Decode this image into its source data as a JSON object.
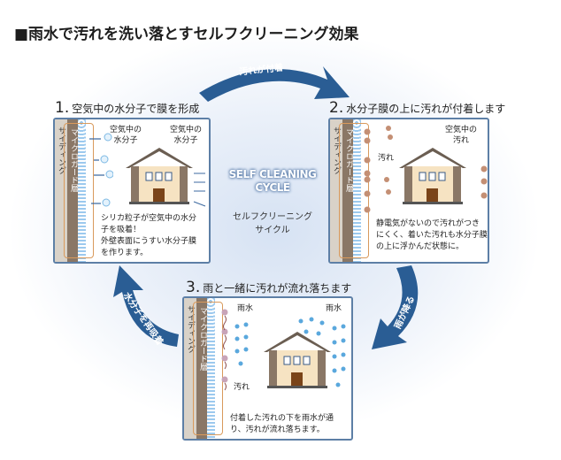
{
  "title": "■雨水で汚れを洗い落とすセルフクリーニング効果",
  "center": {
    "en_line1": "SELF CLEANING",
    "en_line2": "CYCLE",
    "ja_line1": "セルフクリーニング",
    "ja_line2": "サイクル"
  },
  "arrows": {
    "top": "汚れが付着",
    "right": "雨が降る",
    "left": "水分子を再吸着"
  },
  "wall": {
    "siding": "サイディング",
    "guard": "マイクロガード層"
  },
  "panels": [
    {
      "num": "1.",
      "title": "空気中の水分子で膜を形成",
      "label_a": "空気中の\n水分子",
      "label_b": "空気中の\n水分子",
      "desc": [
        "シリカ粒子が空気中の水分",
        "子を吸着！",
        "外壁表面にうすい水分子膜",
        "を作ります。"
      ]
    },
    {
      "num": "2.",
      "title": "水分子膜の上に汚れが付着します",
      "label_a": "汚れ",
      "label_b": "空気中の\n汚れ",
      "desc": [
        "静電気がないので汚れがつき",
        "にくく、着いた汚れも水分子膜",
        "の上に浮かんだ状態に。"
      ]
    },
    {
      "num": "3.",
      "title": "雨と一緒に汚れが流れ落ちます",
      "label_a": "雨水",
      "label_b": "雨水",
      "label_c": "汚れ",
      "desc": [
        "付着した汚れの下を雨水が通",
        "り、汚れが流れ落ちます。"
      ]
    }
  ],
  "colors": {
    "arrow": "#2a5d94",
    "border": "#5d7fa6",
    "dirt": "#c48f74",
    "water": "#5aa8dd"
  }
}
